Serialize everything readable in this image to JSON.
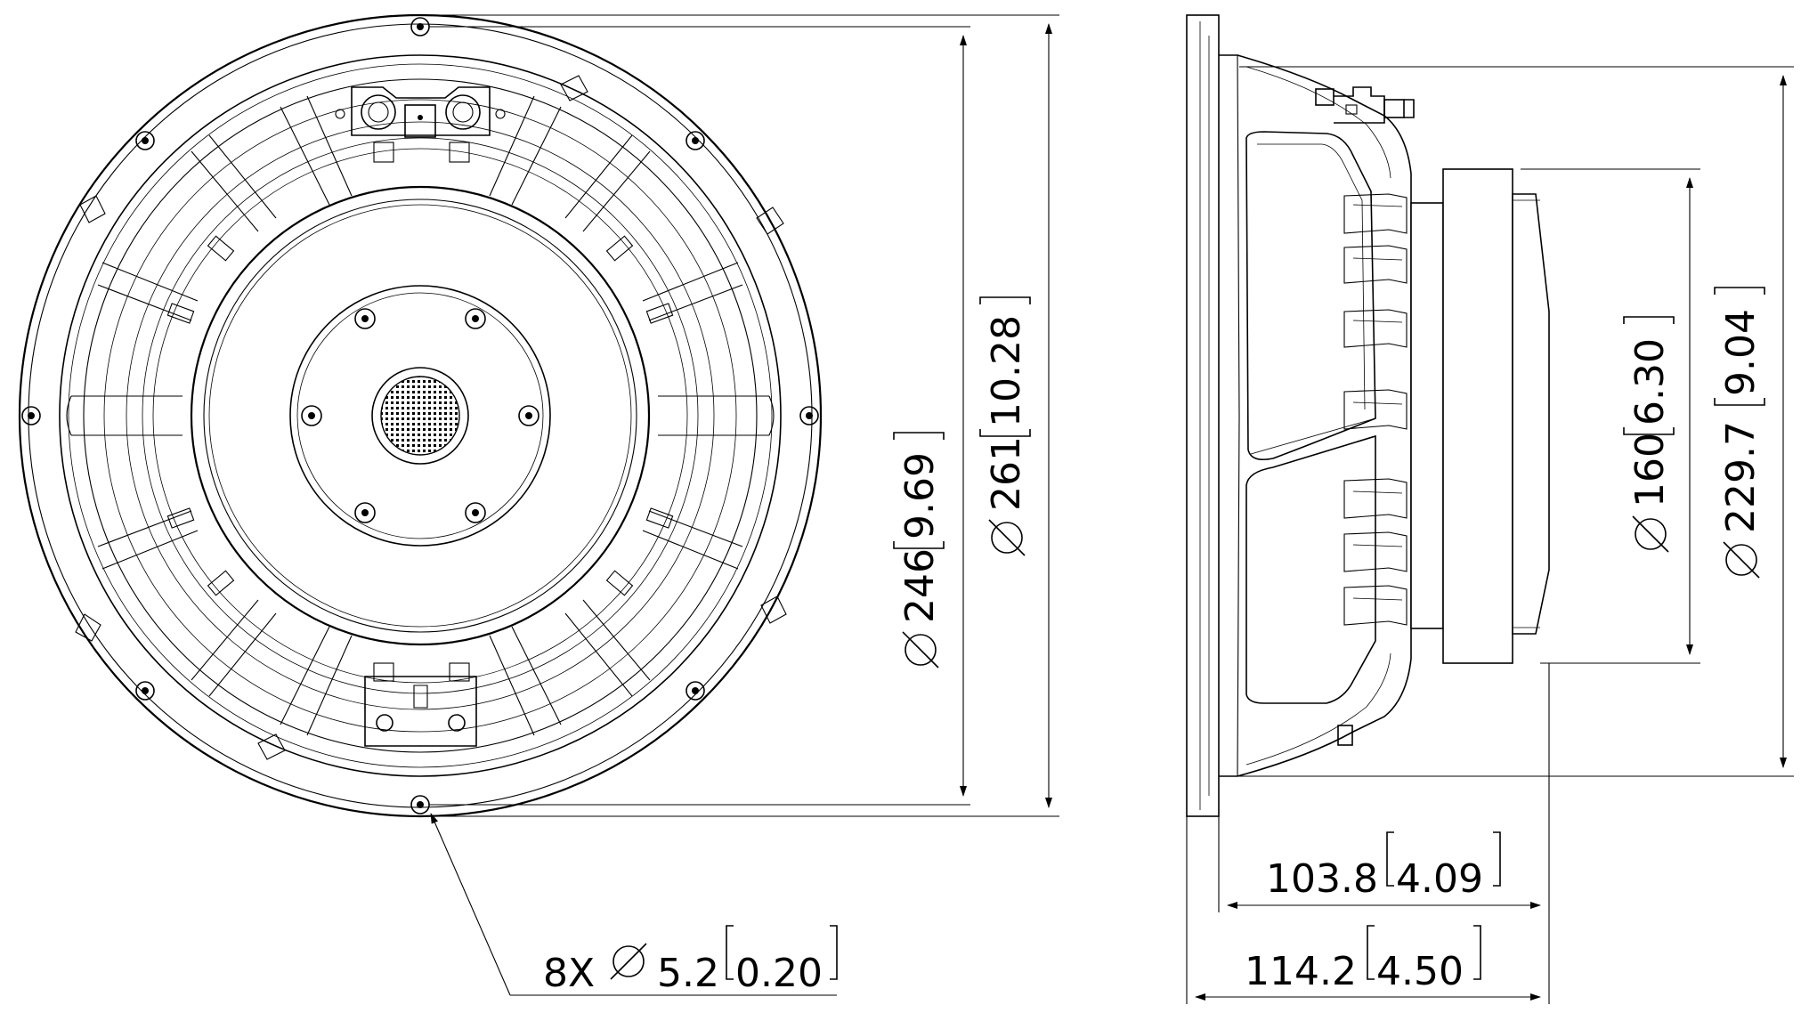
{
  "front_view": {
    "outer_diameter": {
      "mm": "261",
      "inch": "10.28"
    },
    "bolt_circle": {
      "mm": "246",
      "inch": "9.69"
    },
    "mounting_holes": {
      "count": "8X",
      "mm": "5.2",
      "inch": "0.20"
    }
  },
  "side_view": {
    "magnet_diameter": {
      "mm": "160",
      "inch": "6.30"
    },
    "baffle_cutout": {
      "mm": "229.7",
      "inch": "9.04"
    },
    "mounting_depth": {
      "mm": "103.8",
      "inch": "4.09"
    },
    "overall_depth": {
      "mm": "114.2",
      "inch": "4.50"
    }
  },
  "symbols": {
    "diameter": "diameter-icon"
  }
}
